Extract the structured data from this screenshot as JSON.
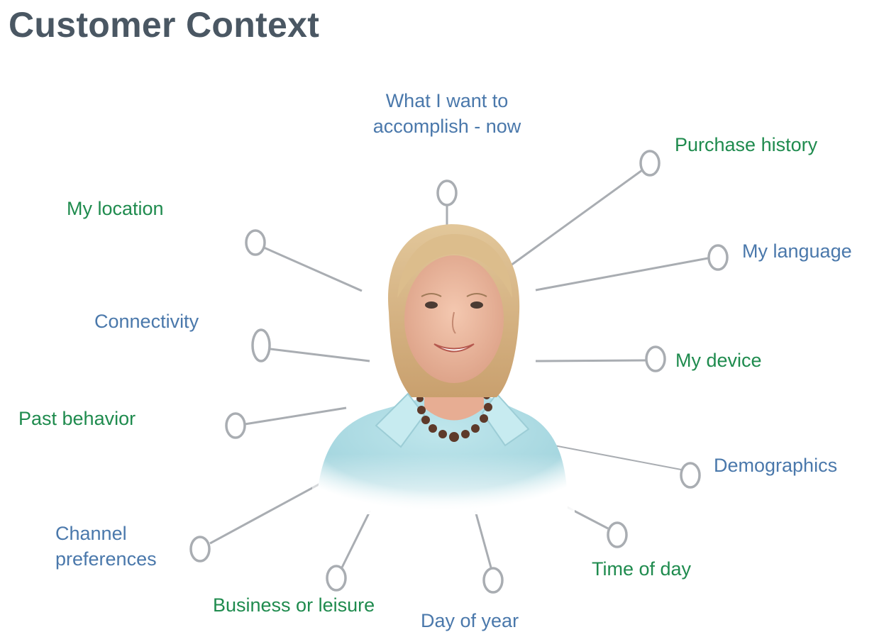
{
  "title": "Customer Context",
  "colors": {
    "title": "#4a5763",
    "label_blue": "#4a78ab",
    "label_green": "#1f8b4e",
    "connector": "#a9adb2"
  },
  "center_image": "smiling woman with blonde hair in light blue collared shirt and bead necklace",
  "labels": {
    "what_i_want": "What I want to\naccomplish - now",
    "purchase_history": "Purchase history",
    "my_location": "My location",
    "my_language": "My language",
    "connectivity": "Connectivity",
    "my_device": "My device",
    "past_behavior": "Past behavior",
    "demographics": "Demographics",
    "channel_preferences": "Channel\npreferences",
    "time_of_day": "Time of day",
    "business_or_leisure": "Business or leisure",
    "day_of_year": "Day of year"
  }
}
